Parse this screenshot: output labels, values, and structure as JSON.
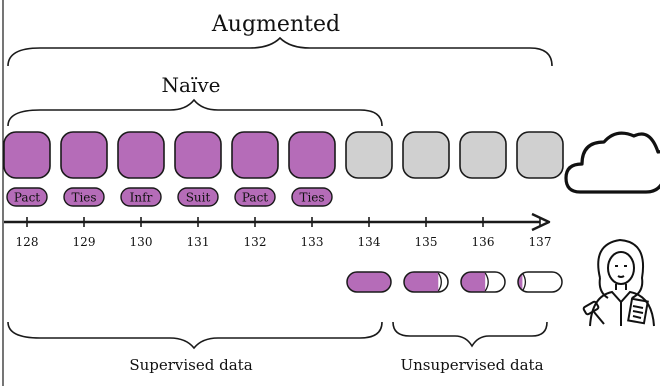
{
  "labels": {
    "augmented": "Augmented",
    "naive": "Naïve",
    "supervised": "Supervised data",
    "unsupervised": "Unsupervised data"
  },
  "colors": {
    "purple": "#b56cb8",
    "gray": "#d0d0d0",
    "stroke": "#1a1a1a"
  },
  "timeline": {
    "ticks": [
      "128",
      "129",
      "130",
      "131",
      "132",
      "133",
      "134",
      "135",
      "136",
      "137"
    ]
  },
  "cards": [
    {
      "tick": "128",
      "filled": true,
      "tag": "Pact"
    },
    {
      "tick": "129",
      "filled": true,
      "tag": "Ties"
    },
    {
      "tick": "130",
      "filled": true,
      "tag": "Infr"
    },
    {
      "tick": "131",
      "filled": true,
      "tag": "Suit"
    },
    {
      "tick": "132",
      "filled": true,
      "tag": "Pact"
    },
    {
      "tick": "133",
      "filled": true,
      "tag": "Ties"
    },
    {
      "tick": "134",
      "filled": false,
      "tag": ""
    },
    {
      "tick": "135",
      "filled": false,
      "tag": ""
    },
    {
      "tick": "136",
      "filled": false,
      "tag": ""
    },
    {
      "tick": "137",
      "filled": false,
      "tag": ""
    }
  ],
  "progress_pills": [
    {
      "tick": "134",
      "fill": 1.0
    },
    {
      "tick": "135",
      "fill": 0.78
    },
    {
      "tick": "136",
      "fill": 0.55
    },
    {
      "tick": "137",
      "fill": 0.1
    }
  ],
  "icons": {
    "cloud": "cloud-icon",
    "judge": "judge-icon"
  }
}
